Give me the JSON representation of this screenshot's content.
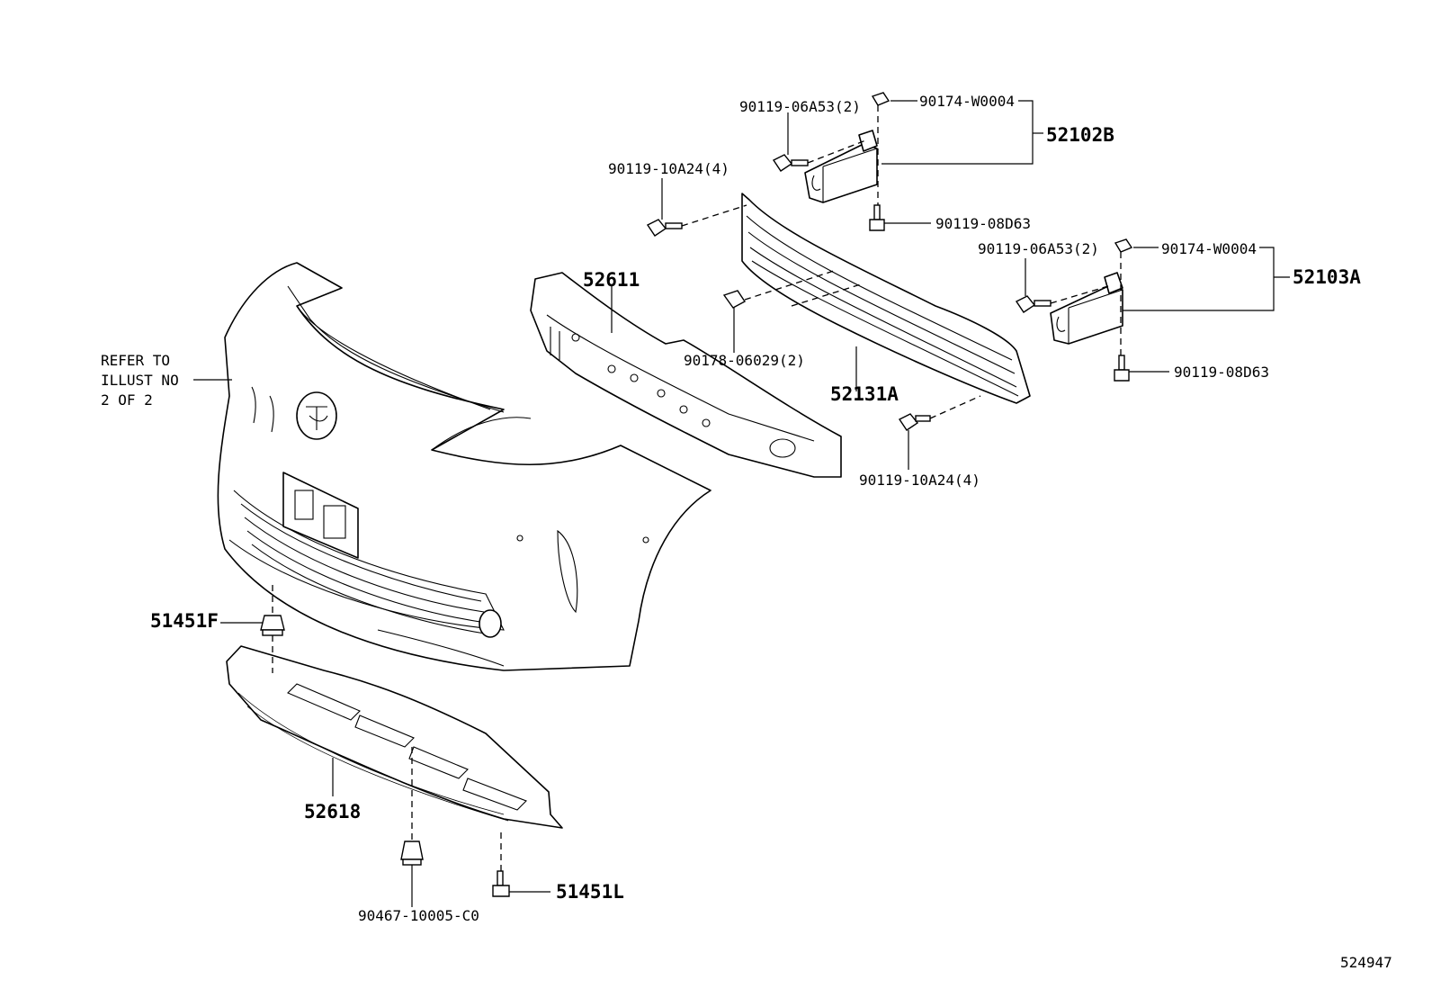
{
  "callouts": {
    "p90119_06A53_top": "90119-06A53(2)",
    "p90174_W0004_top": "90174-W0004",
    "p52102B": "52102B",
    "p90119_10A24_top": "90119-10A24(4)",
    "p90119_08D63_top": "90119-08D63",
    "p90119_06A53_right": "90119-06A53(2)",
    "p90174_W0004_right": "90174-W0004",
    "p52103A": "52103A",
    "p52611": "52611",
    "p90178_06029": "90178-06029(2)",
    "p52131A": "52131A",
    "p90119_08D63_right": "90119-08D63",
    "p90119_10A24_bottom": "90119-10A24(4)",
    "p51451F": "51451F",
    "p52618": "52618",
    "p51451L": "51451L",
    "p90467_10005_C0": "90467-10005-C0"
  },
  "note": {
    "line1": "REFER TO",
    "line2": "ILLUST NO",
    "line3": "2 OF 2"
  },
  "illustration_id": "524947"
}
